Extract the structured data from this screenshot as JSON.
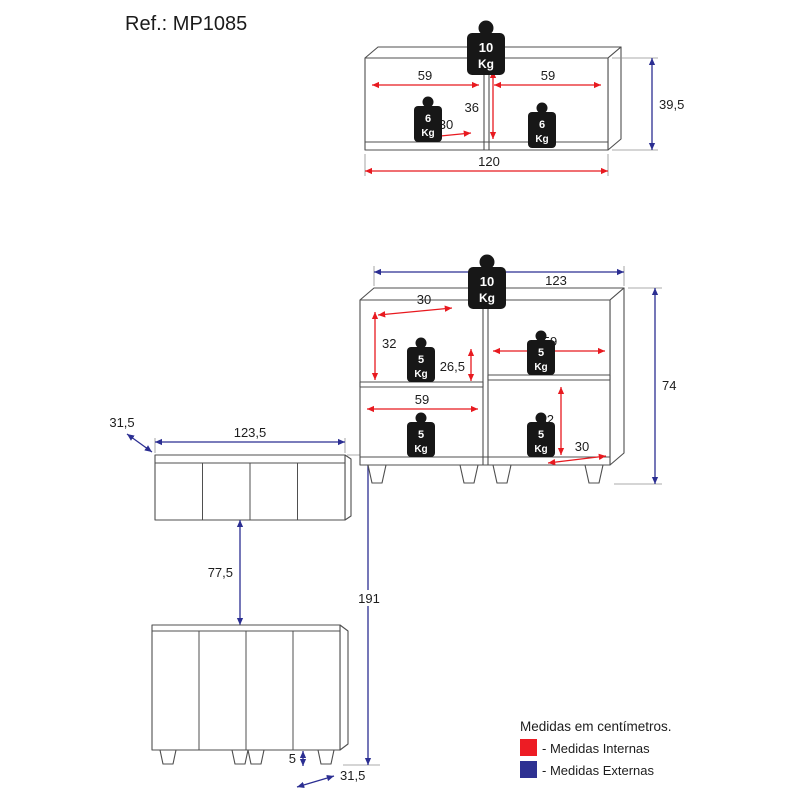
{
  "title": "Ref.: MP1085",
  "colors": {
    "internal": "#ed1c24",
    "external": "#2e3192"
  },
  "wall_cabinet": {
    "weight_top": {
      "value": "10",
      "unit": "Kg"
    },
    "weight_left": {
      "value": "6",
      "unit": "Kg"
    },
    "weight_right": {
      "value": "6",
      "unit": "Kg"
    },
    "dims": {
      "inner_width_left": "59",
      "inner_width_right": "59",
      "inner_height": "36",
      "inner_depth": "30",
      "total_inner_width": "120",
      "outer_height": "39,5"
    }
  },
  "base_cabinet": {
    "weight_top": {
      "value": "10",
      "unit": "Kg"
    },
    "weight_upper_left": {
      "value": "5",
      "unit": "Kg"
    },
    "weight_upper_right": {
      "value": "5",
      "unit": "Kg"
    },
    "weight_lower_left": {
      "value": "5",
      "unit": "Kg"
    },
    "weight_lower_right": {
      "value": "5",
      "unit": "Kg"
    },
    "dims": {
      "outer_width": "123",
      "top_depth": "30",
      "upper_left_height": "32",
      "upper_right_width": "59",
      "shelf_gap": "26,5",
      "lower_left_width": "59",
      "lower_right_height": "32",
      "bottom_depth": "30",
      "outer_height": "74"
    }
  },
  "front_view": {
    "wall_unit_width": "123,5",
    "wall_unit_depth": "31,5",
    "wall_to_base_gap": "77,5",
    "total_height": "191",
    "foot_height": "5",
    "base_unit_depth": "31,5"
  },
  "legend": {
    "heading": "Medidas em centímetros.",
    "internal_label": "- Medidas Internas",
    "external_label": "- Medidas Externas"
  }
}
